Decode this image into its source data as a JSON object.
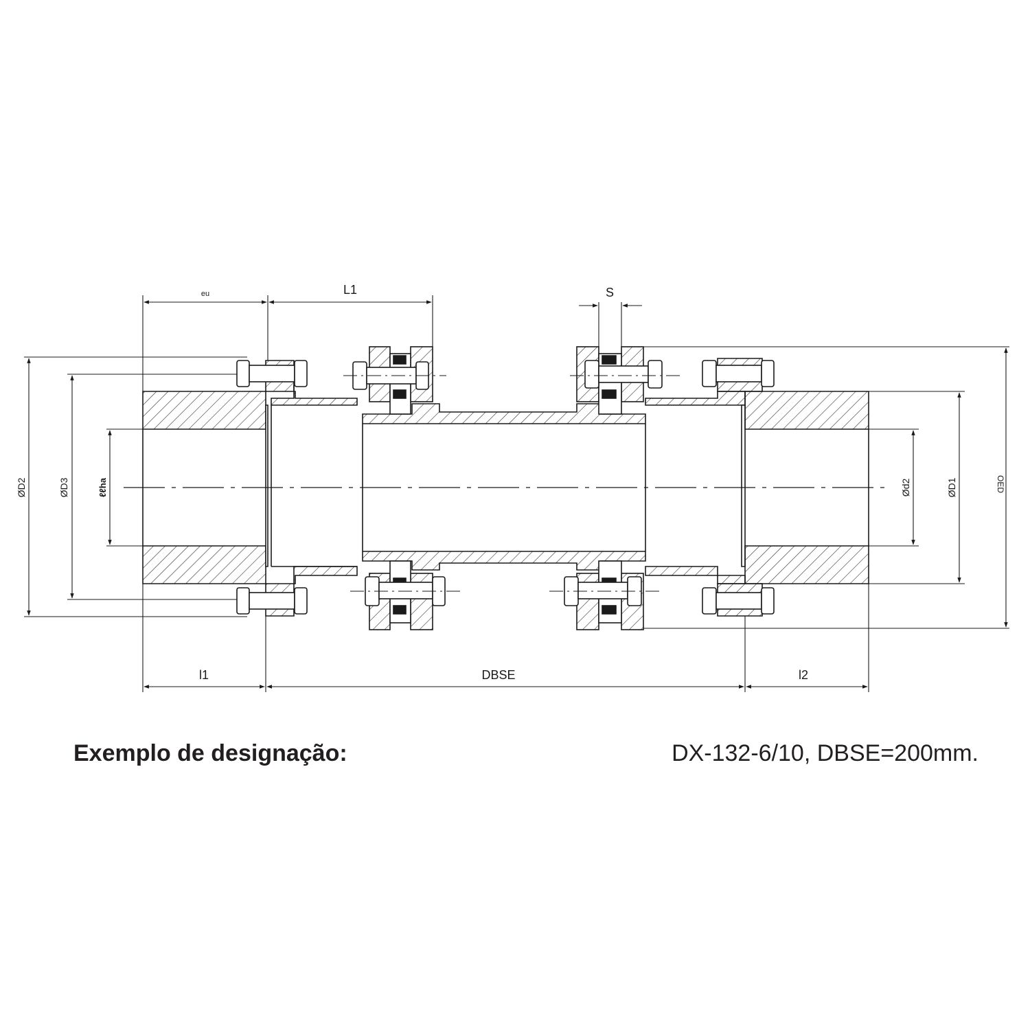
{
  "dimensions": {
    "eu": "eu",
    "L1": "L1",
    "S": "S",
    "D2": "ØD2",
    "D3": "ØD3",
    "d1": "ℓℓha",
    "d2": "Ød2",
    "D1": "ØD1",
    "OED": "OED",
    "l1": "l1",
    "DBSE": "DBSE",
    "l2": "l2"
  },
  "caption": {
    "label": "Exemplo de designação:",
    "value": "DX-132-6/10, DBSE=200mm."
  },
  "colors": {
    "line": "#1a1a1a",
    "hatch": "#333333",
    "seal": "#1a1a1a",
    "background": "#ffffff"
  }
}
